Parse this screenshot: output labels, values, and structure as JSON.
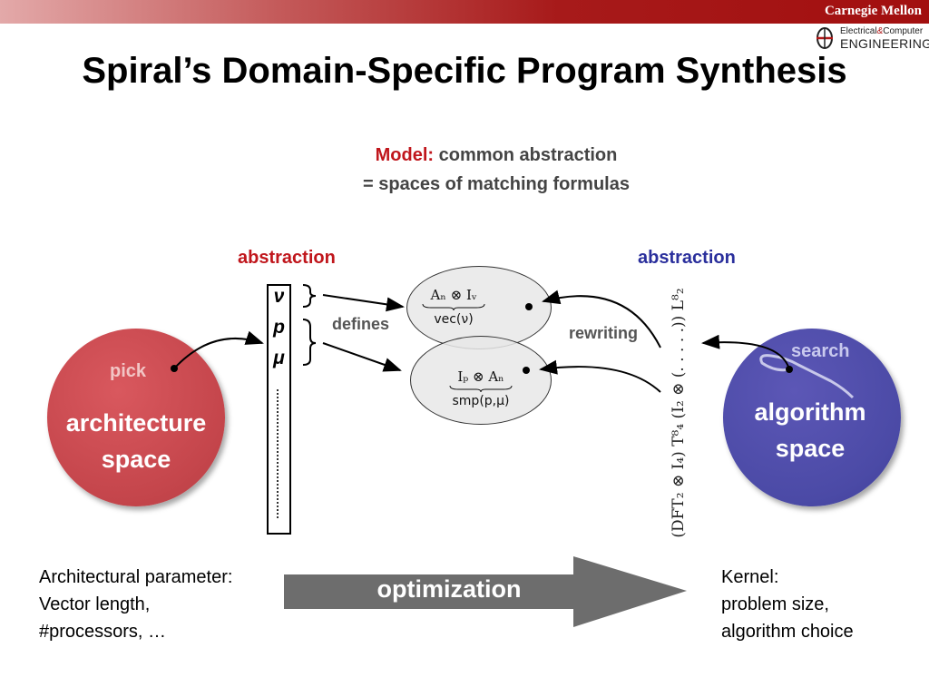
{
  "header": {
    "institution": "Carnegie Mellon",
    "department_line1_a": "Electrical",
    "department_line1_amp": "&",
    "department_line1_b": "Computer",
    "department_line2": "ENGINEERING"
  },
  "title": "Spiral’s Domain-Specific Program Synthesis",
  "model": {
    "label": "Model:",
    "line1": "common abstraction",
    "line2": "= spaces of matching formulas"
  },
  "left_abstraction": "abstraction",
  "right_abstraction": "abstraction",
  "params": [
    "ν",
    "p",
    "μ"
  ],
  "defines": "defines",
  "rewriting": "rewriting",
  "formula_top": {
    "main": "Aₙ ⊗ Iᵥ",
    "sub": "vec(ν)"
  },
  "formula_bottom": {
    "main": "Iₚ ⊗ Aₙ",
    "sub": "smp(p,μ)"
  },
  "vertical_formula": "(DFT₂ ⊗ I₄) T⁸₄ (I₂ ⊗ (. . . . .)) L⁸₂",
  "architecture": {
    "pick": "pick",
    "line1": "architecture",
    "line2": "space"
  },
  "algorithm": {
    "search": "search",
    "line1": "algorithm",
    "line2": "space"
  },
  "optimization": "optimization",
  "left_text": [
    "Architectural parameter:",
    "Vector length,",
    "#processors, …"
  ],
  "right_text": [
    "Kernel:",
    "problem size,",
    "algorithm choice"
  ],
  "colors": {
    "red": "#c0161c",
    "blue": "#2a2f9c",
    "arch_circle": "#c4454b",
    "alg_circle": "#4b4aa6",
    "arrow": "#6d6d6d"
  }
}
